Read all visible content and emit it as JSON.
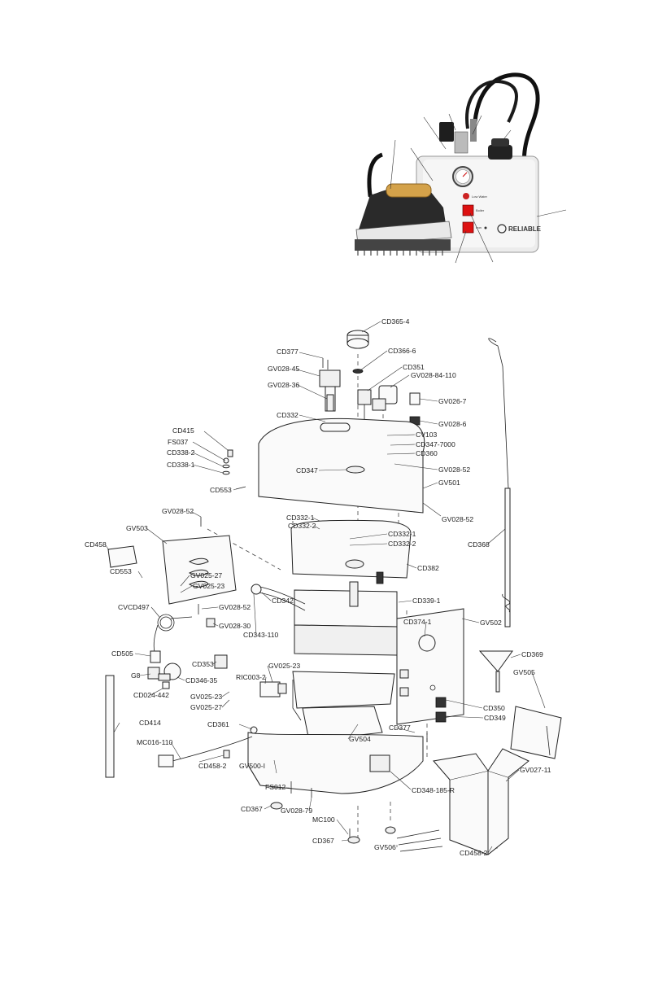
{
  "photo": {
    "panel_lights": [
      "Low Water",
      "Boiler",
      "Iron"
    ],
    "brand": "RELIABLE"
  },
  "labels": [
    {
      "id": "CD365-4",
      "text": "CD365-4"
    },
    {
      "id": "CD377a",
      "text": "CD377"
    },
    {
      "id": "CD366-6",
      "text": "CD366-6"
    },
    {
      "id": "CD351",
      "text": "CD351"
    },
    {
      "id": "GV028-45",
      "text": "GV028-45"
    },
    {
      "id": "GV028-84-110",
      "text": "GV028-84-110"
    },
    {
      "id": "GV028-36",
      "text": "GV028-36"
    },
    {
      "id": "GV026-7",
      "text": "GV026-7"
    },
    {
      "id": "CD332",
      "text": "CD332"
    },
    {
      "id": "GV028-6",
      "text": "GV028-6"
    },
    {
      "id": "CV103",
      "text": "CV103"
    },
    {
      "id": "CD415",
      "text": "CD415"
    },
    {
      "id": "FS037",
      "text": "FS037"
    },
    {
      "id": "CD347-7000",
      "text": "CD347-7000"
    },
    {
      "id": "CD338-2",
      "text": "CD338-2"
    },
    {
      "id": "CD360",
      "text": "CD360"
    },
    {
      "id": "CD338-1",
      "text": "CD338-1"
    },
    {
      "id": "CD347",
      "text": "CD347"
    },
    {
      "id": "GV028-52a",
      "text": "GV028-52"
    },
    {
      "id": "GV501",
      "text": "GV501"
    },
    {
      "id": "CD553a",
      "text": "CD553"
    },
    {
      "id": "GV028-52b",
      "text": "GV028-52"
    },
    {
      "id": "GV028-52c",
      "text": "GV028-52"
    },
    {
      "id": "CD332-1a",
      "text": "CD332-1"
    },
    {
      "id": "CD332-2a",
      "text": "CD332-2"
    },
    {
      "id": "GV503",
      "text": "GV503"
    },
    {
      "id": "CD332-1b",
      "text": "CD332-1"
    },
    {
      "id": "CD332-2b",
      "text": "CD332-2"
    },
    {
      "id": "CD458",
      "text": "CD458"
    },
    {
      "id": "CD368",
      "text": "CD368"
    },
    {
      "id": "CD382",
      "text": "CD382"
    },
    {
      "id": "CD553b",
      "text": "CD553"
    },
    {
      "id": "GV025-27a",
      "text": "GV025-27"
    },
    {
      "id": "GV025-23a",
      "text": "GV025-23"
    },
    {
      "id": "CVCD497",
      "text": "CVCD497"
    },
    {
      "id": "CD339-1",
      "text": "CD339-1"
    },
    {
      "id": "GV028-52d",
      "text": "GV028-52"
    },
    {
      "id": "CD342",
      "text": "CD342"
    },
    {
      "id": "GV028-30",
      "text": "GV028-30"
    },
    {
      "id": "CD343-110",
      "text": "CD343-110"
    },
    {
      "id": "CD374-1",
      "text": "CD374-1"
    },
    {
      "id": "GV502",
      "text": "GV502"
    },
    {
      "id": "CD505",
      "text": "CD505"
    },
    {
      "id": "CD369",
      "text": "CD369"
    },
    {
      "id": "CD353",
      "text": "CD353"
    },
    {
      "id": "GV025-23b",
      "text": "GV025-23"
    },
    {
      "id": "G8",
      "text": "G8"
    },
    {
      "id": "CD346-35",
      "text": "CD346-35"
    },
    {
      "id": "RIC003-2",
      "text": "RIC003-2"
    },
    {
      "id": "GV505",
      "text": "GV505"
    },
    {
      "id": "CD024-442",
      "text": "CD024-442"
    },
    {
      "id": "CD350",
      "text": "CD350"
    },
    {
      "id": "GV025-23c",
      "text": "GV025-23"
    },
    {
      "id": "CD349",
      "text": "CD349"
    },
    {
      "id": "GV025-27b",
      "text": "GV025-27"
    },
    {
      "id": "CD377b",
      "text": "CD377"
    },
    {
      "id": "CD361",
      "text": "CD361"
    },
    {
      "id": "CD414",
      "text": "CD414"
    },
    {
      "id": "GV504",
      "text": "GV504"
    },
    {
      "id": "MC016-110",
      "text": "MC016-110"
    },
    {
      "id": "CD458-2a",
      "text": "CD458-2"
    },
    {
      "id": "GV500-I",
      "text": "GV500-I"
    },
    {
      "id": "GV027-11",
      "text": "GV027-11"
    },
    {
      "id": "FS012",
      "text": "FS012"
    },
    {
      "id": "CD348-185-R",
      "text": "CD348-185-R"
    },
    {
      "id": "CD367a",
      "text": "CD367"
    },
    {
      "id": "GV028-79",
      "text": "GV028-79"
    },
    {
      "id": "MC100",
      "text": "MC100"
    },
    {
      "id": "CD367b",
      "text": "CD367"
    },
    {
      "id": "GV506",
      "text": "GV506"
    },
    {
      "id": "CD458-2b",
      "text": "CD458-2"
    }
  ]
}
